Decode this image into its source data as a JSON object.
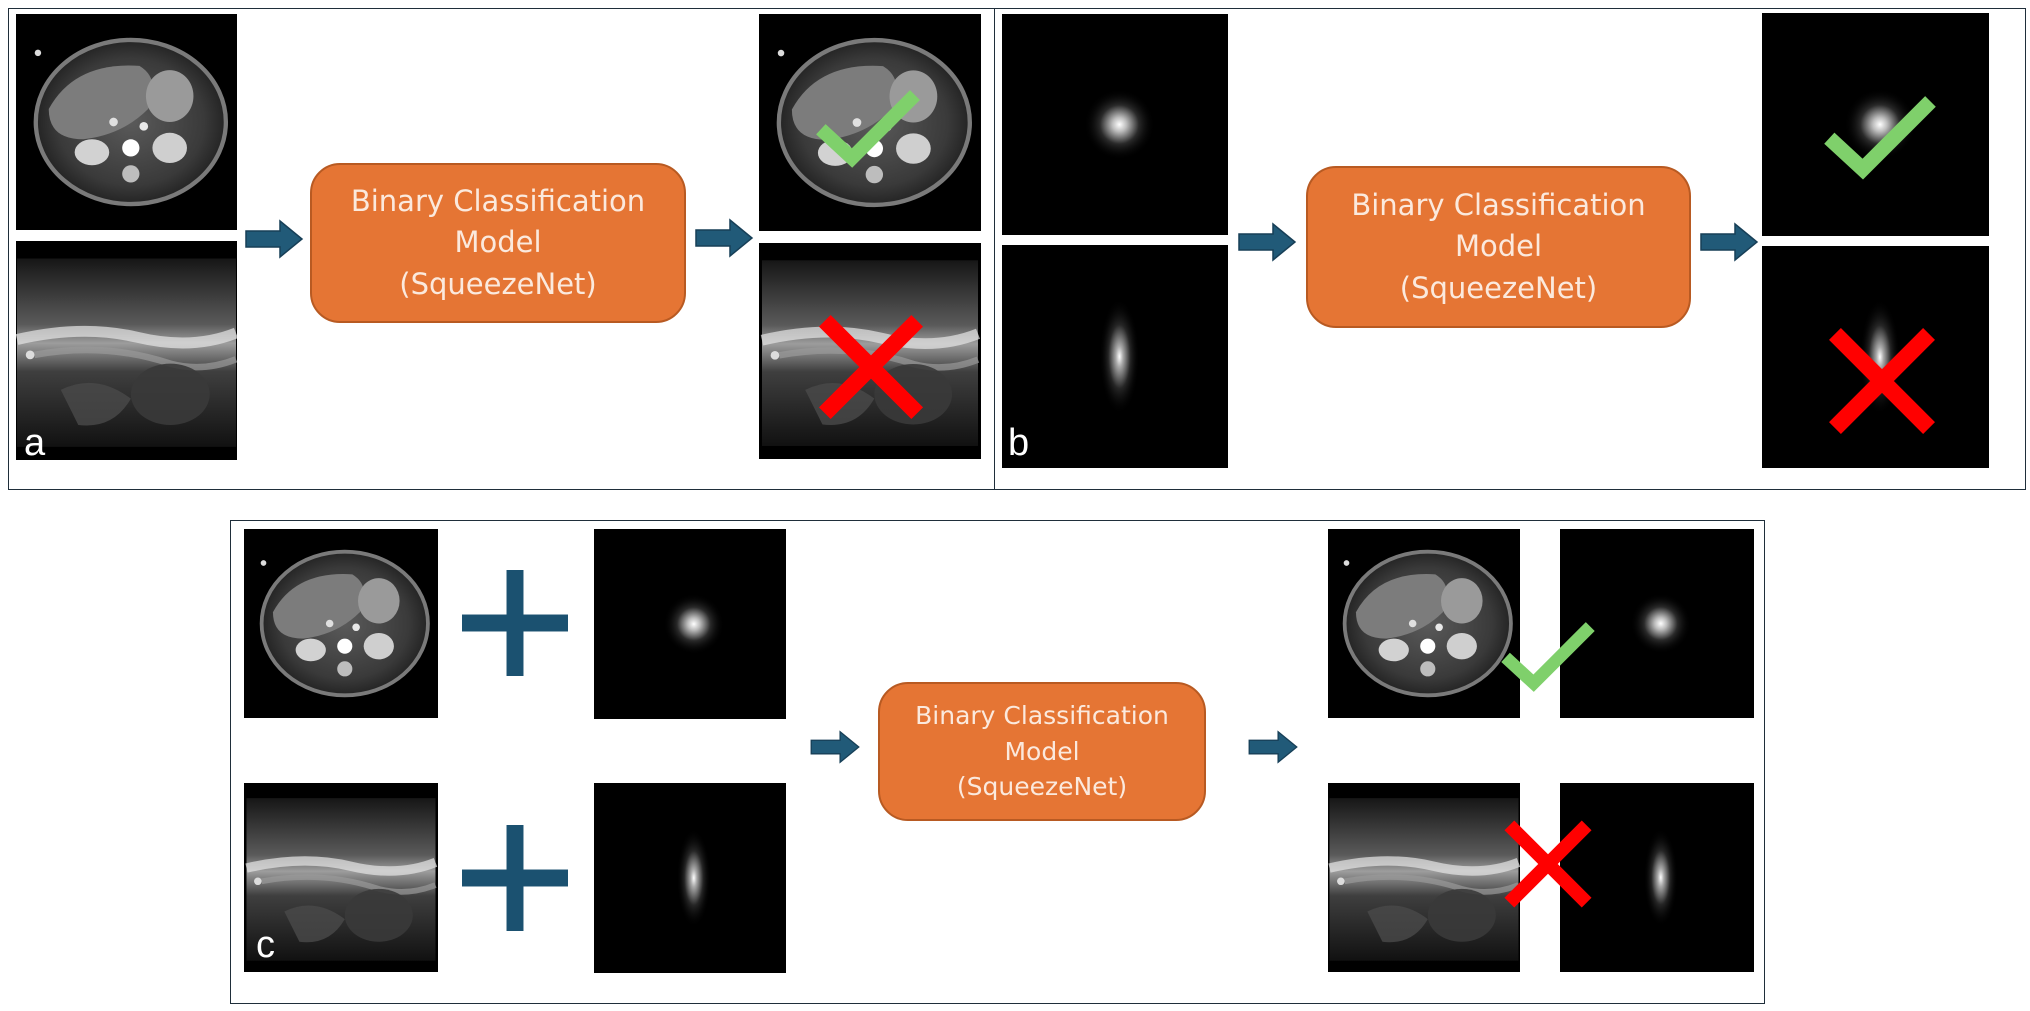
{
  "panels": {
    "a": {
      "label": "a"
    },
    "b": {
      "label": "b"
    },
    "c": {
      "label": "c"
    }
  },
  "model": {
    "line1": "Binary Classification",
    "line2": "Model",
    "line3": "(SqueezeNet)"
  },
  "colors": {
    "model_fill": "#e57534",
    "model_text": "#fbe9dd",
    "arrow": "#215a78",
    "plus": "#1b5170",
    "check": "#7fd06b",
    "cross": "#ff0000",
    "panel_border": "#1f2e3a"
  },
  "icons": {
    "check": "check-icon",
    "cross": "cross-icon",
    "arrow": "right-arrow-icon",
    "plus": "plus-icon"
  }
}
